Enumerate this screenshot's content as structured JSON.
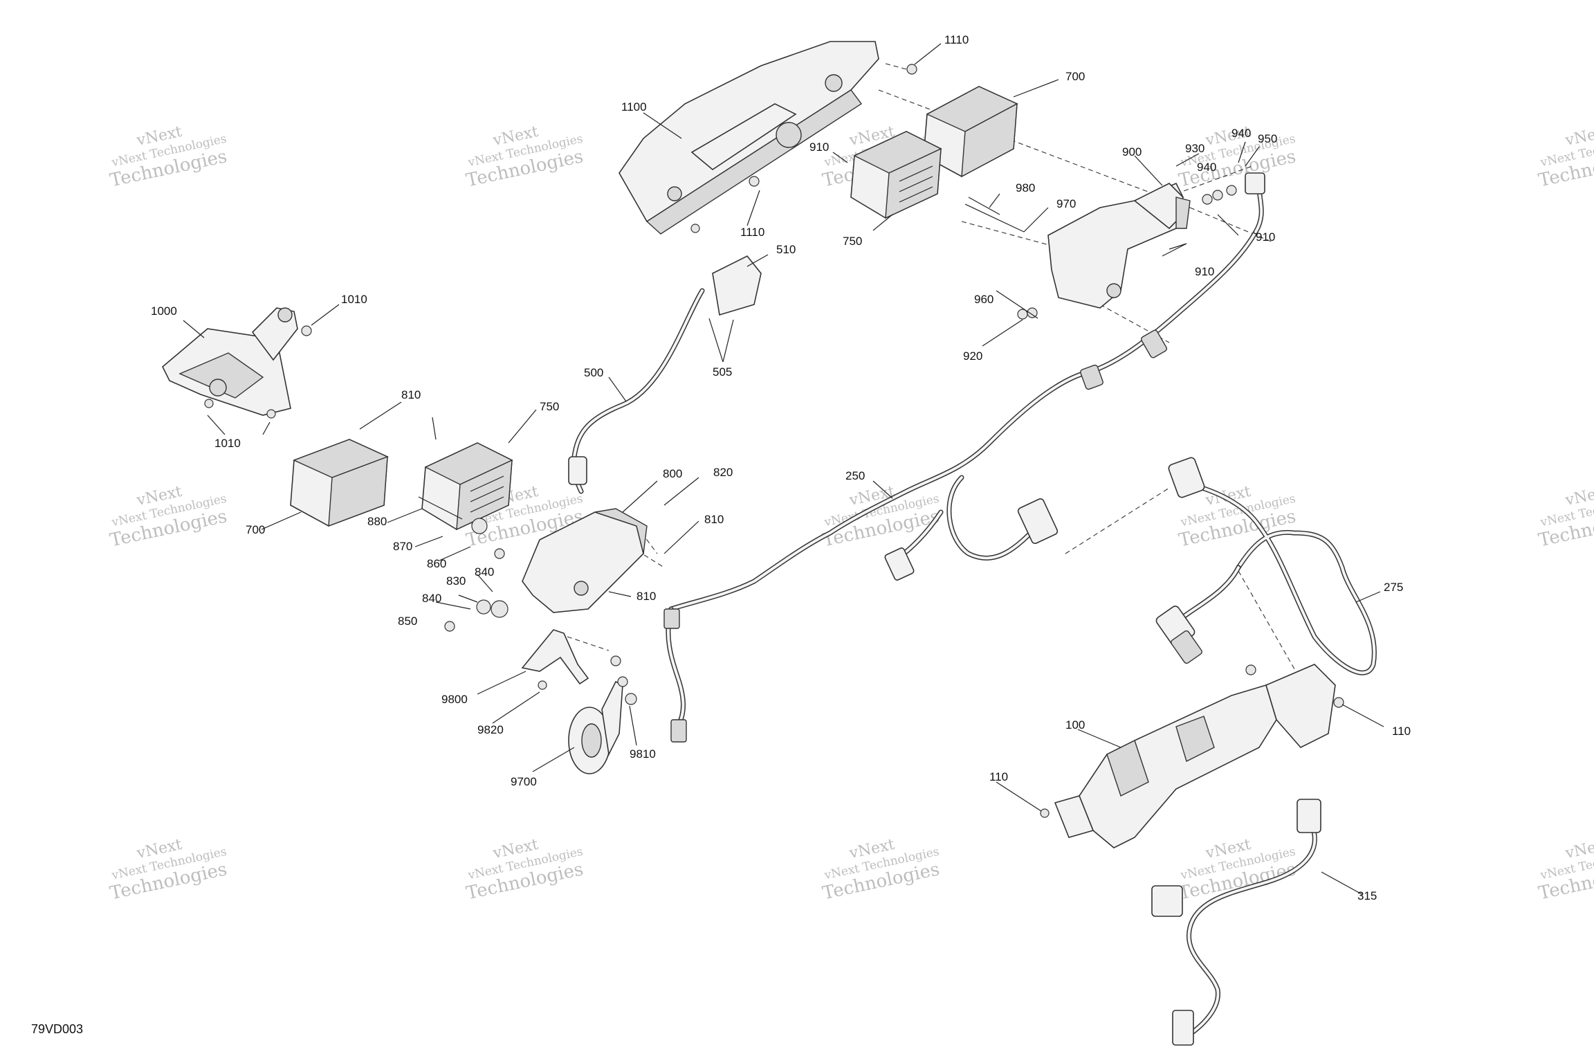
{
  "drawing": {
    "reference_code": "79VD003",
    "watermark_line1": "vNext",
    "watermark_line2": "vNext Technologies",
    "watermark_line3": "Technologies",
    "colors": {
      "line": "#333333",
      "fill": "#f2f2f2",
      "watermark": "#bdbdbd",
      "text": "#111111"
    }
  },
  "callouts": [
    {
      "id": "c1110a",
      "label": "1110"
    },
    {
      "id": "c700a",
      "label": "700"
    },
    {
      "id": "c1100",
      "label": "1100"
    },
    {
      "id": "c910a",
      "label": "910"
    },
    {
      "id": "c940a",
      "label": "940"
    },
    {
      "id": "c950",
      "label": "950"
    },
    {
      "id": "c930",
      "label": "930"
    },
    {
      "id": "c940b",
      "label": "940"
    },
    {
      "id": "c900",
      "label": "900"
    },
    {
      "id": "c980",
      "label": "980"
    },
    {
      "id": "c970",
      "label": "970"
    },
    {
      "id": "c910b",
      "label": "910"
    },
    {
      "id": "c1110b",
      "label": "1110"
    },
    {
      "id": "c750a",
      "label": "750"
    },
    {
      "id": "c510",
      "label": "510"
    },
    {
      "id": "c910c",
      "label": "910"
    },
    {
      "id": "c960",
      "label": "960"
    },
    {
      "id": "c920",
      "label": "920"
    },
    {
      "id": "c1000",
      "label": "1000"
    },
    {
      "id": "c1010a",
      "label": "1010"
    },
    {
      "id": "c505",
      "label": "505"
    },
    {
      "id": "c500",
      "label": "500"
    },
    {
      "id": "c810a",
      "label": "810"
    },
    {
      "id": "c750b",
      "label": "750"
    },
    {
      "id": "c1010b",
      "label": "1010"
    },
    {
      "id": "c800",
      "label": "800"
    },
    {
      "id": "c820",
      "label": "820"
    },
    {
      "id": "c250",
      "label": "250"
    },
    {
      "id": "c700b",
      "label": "700"
    },
    {
      "id": "c880",
      "label": "880"
    },
    {
      "id": "c810b",
      "label": "810"
    },
    {
      "id": "c870",
      "label": "870"
    },
    {
      "id": "c860",
      "label": "860"
    },
    {
      "id": "c840a",
      "label": "840"
    },
    {
      "id": "c830",
      "label": "830"
    },
    {
      "id": "c840b",
      "label": "840"
    },
    {
      "id": "c810c",
      "label": "810"
    },
    {
      "id": "c850",
      "label": "850"
    },
    {
      "id": "c275",
      "label": "275"
    },
    {
      "id": "c9800",
      "label": "9800"
    },
    {
      "id": "c9820",
      "label": "9820"
    },
    {
      "id": "c9810",
      "label": "9810"
    },
    {
      "id": "c9700",
      "label": "9700"
    },
    {
      "id": "c100",
      "label": "100"
    },
    {
      "id": "c110a",
      "label": "110"
    },
    {
      "id": "c110b",
      "label": "110"
    },
    {
      "id": "c315",
      "label": "315"
    }
  ]
}
